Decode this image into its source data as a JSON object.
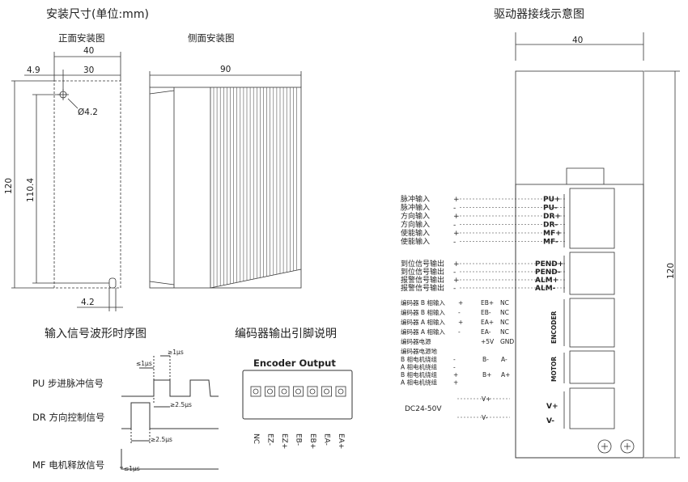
{
  "titles": {
    "install": "安装尺寸(单位:mm)",
    "wiring": "驱动器接线示意图",
    "front": "正面安装图",
    "side": "侧面安装图",
    "timing": "输入信号波形时序图",
    "encoder": "编码器输出引脚说明"
  },
  "front_dims": {
    "width": "40",
    "offset": "4.9",
    "hole_span": "30",
    "hole": "Ø4.2",
    "height": "120",
    "hole_height": "110.4",
    "bottom": "4.2"
  },
  "side_dims": {
    "depth": "90"
  },
  "wiring_dims": {
    "width": "40",
    "height": "120"
  },
  "timing": {
    "pu": "PU  步进脉冲信号",
    "dr": "DR  方向控制信号",
    "mf": "MF  电机释放信号",
    "t1": "≤1μs",
    "t2": "≥1μs",
    "t3": "≥2.5μs",
    "t4": "≥2.5μs",
    "t5": "≤1μs"
  },
  "encoder": {
    "title": "Encoder Output",
    "pins": [
      "NC",
      "EZ-",
      "EZ+",
      "EB-",
      "EB+",
      "EA-",
      "EA+"
    ]
  },
  "inputs": [
    {
      "label": "脉冲输入",
      "sign": "+",
      "pin": "PU+"
    },
    {
      "label": "脉冲输入",
      "sign": "-",
      "pin": "PU-"
    },
    {
      "label": "方向输入",
      "sign": "+",
      "pin": "DR+"
    },
    {
      "label": "方向输入",
      "sign": "-",
      "pin": "DR-"
    },
    {
      "label": "使能输入",
      "sign": "+",
      "pin": "MF+"
    },
    {
      "label": "使能输入",
      "sign": "-",
      "pin": "MF-"
    }
  ],
  "outputs": [
    {
      "label": "到位信号输出",
      "sign": "+",
      "pin": "PEND+"
    },
    {
      "label": "到位信号输出",
      "sign": "-",
      "pin": "PEND-"
    },
    {
      "label": "报警信号输出",
      "sign": "+",
      "pin": "ALM+"
    },
    {
      "label": "报警信号输出",
      "sign": "-",
      "pin": "ALM-"
    }
  ],
  "enc_wires": [
    {
      "label": "编码器 B 相输入",
      "sign": "+",
      "code": "EB+",
      "nc": "NC"
    },
    {
      "label": "编码器 B 相输入",
      "sign": "-",
      "code": "EB-",
      "nc": "NC"
    },
    {
      "label": "编码器 A 相输入",
      "sign": "+",
      "code": "EA+",
      "nc": "NC"
    },
    {
      "label": "编码器 A 相输入",
      "sign": "-",
      "code": "EA-",
      "nc": "NC"
    },
    {
      "label": "编码器电源",
      "sign": "",
      "code": "+5V",
      "nc": "GND"
    },
    {
      "label": "编码器电源地",
      "sign": "",
      "code": "",
      "nc": ""
    }
  ],
  "motor_wires": [
    {
      "label": "B 相电机绕组",
      "sign": "-",
      "code": "B-",
      "code2": "A-"
    },
    {
      "label": "A 相电机绕组",
      "sign": "-",
      "code": "",
      "code2": ""
    },
    {
      "label": "B 相电机绕组",
      "sign": "+",
      "code": "B+",
      "code2": "A+"
    },
    {
      "label": "A 相电机绕组",
      "sign": "+",
      "code": "",
      "code2": ""
    }
  ],
  "power": {
    "label": "DC24-50V",
    "vplus": "V+",
    "vminus": "V-"
  },
  "panel": {
    "encoder": "ENCODER",
    "motor": "MOTOR",
    "vp": "V+",
    "vm": "V-"
  }
}
